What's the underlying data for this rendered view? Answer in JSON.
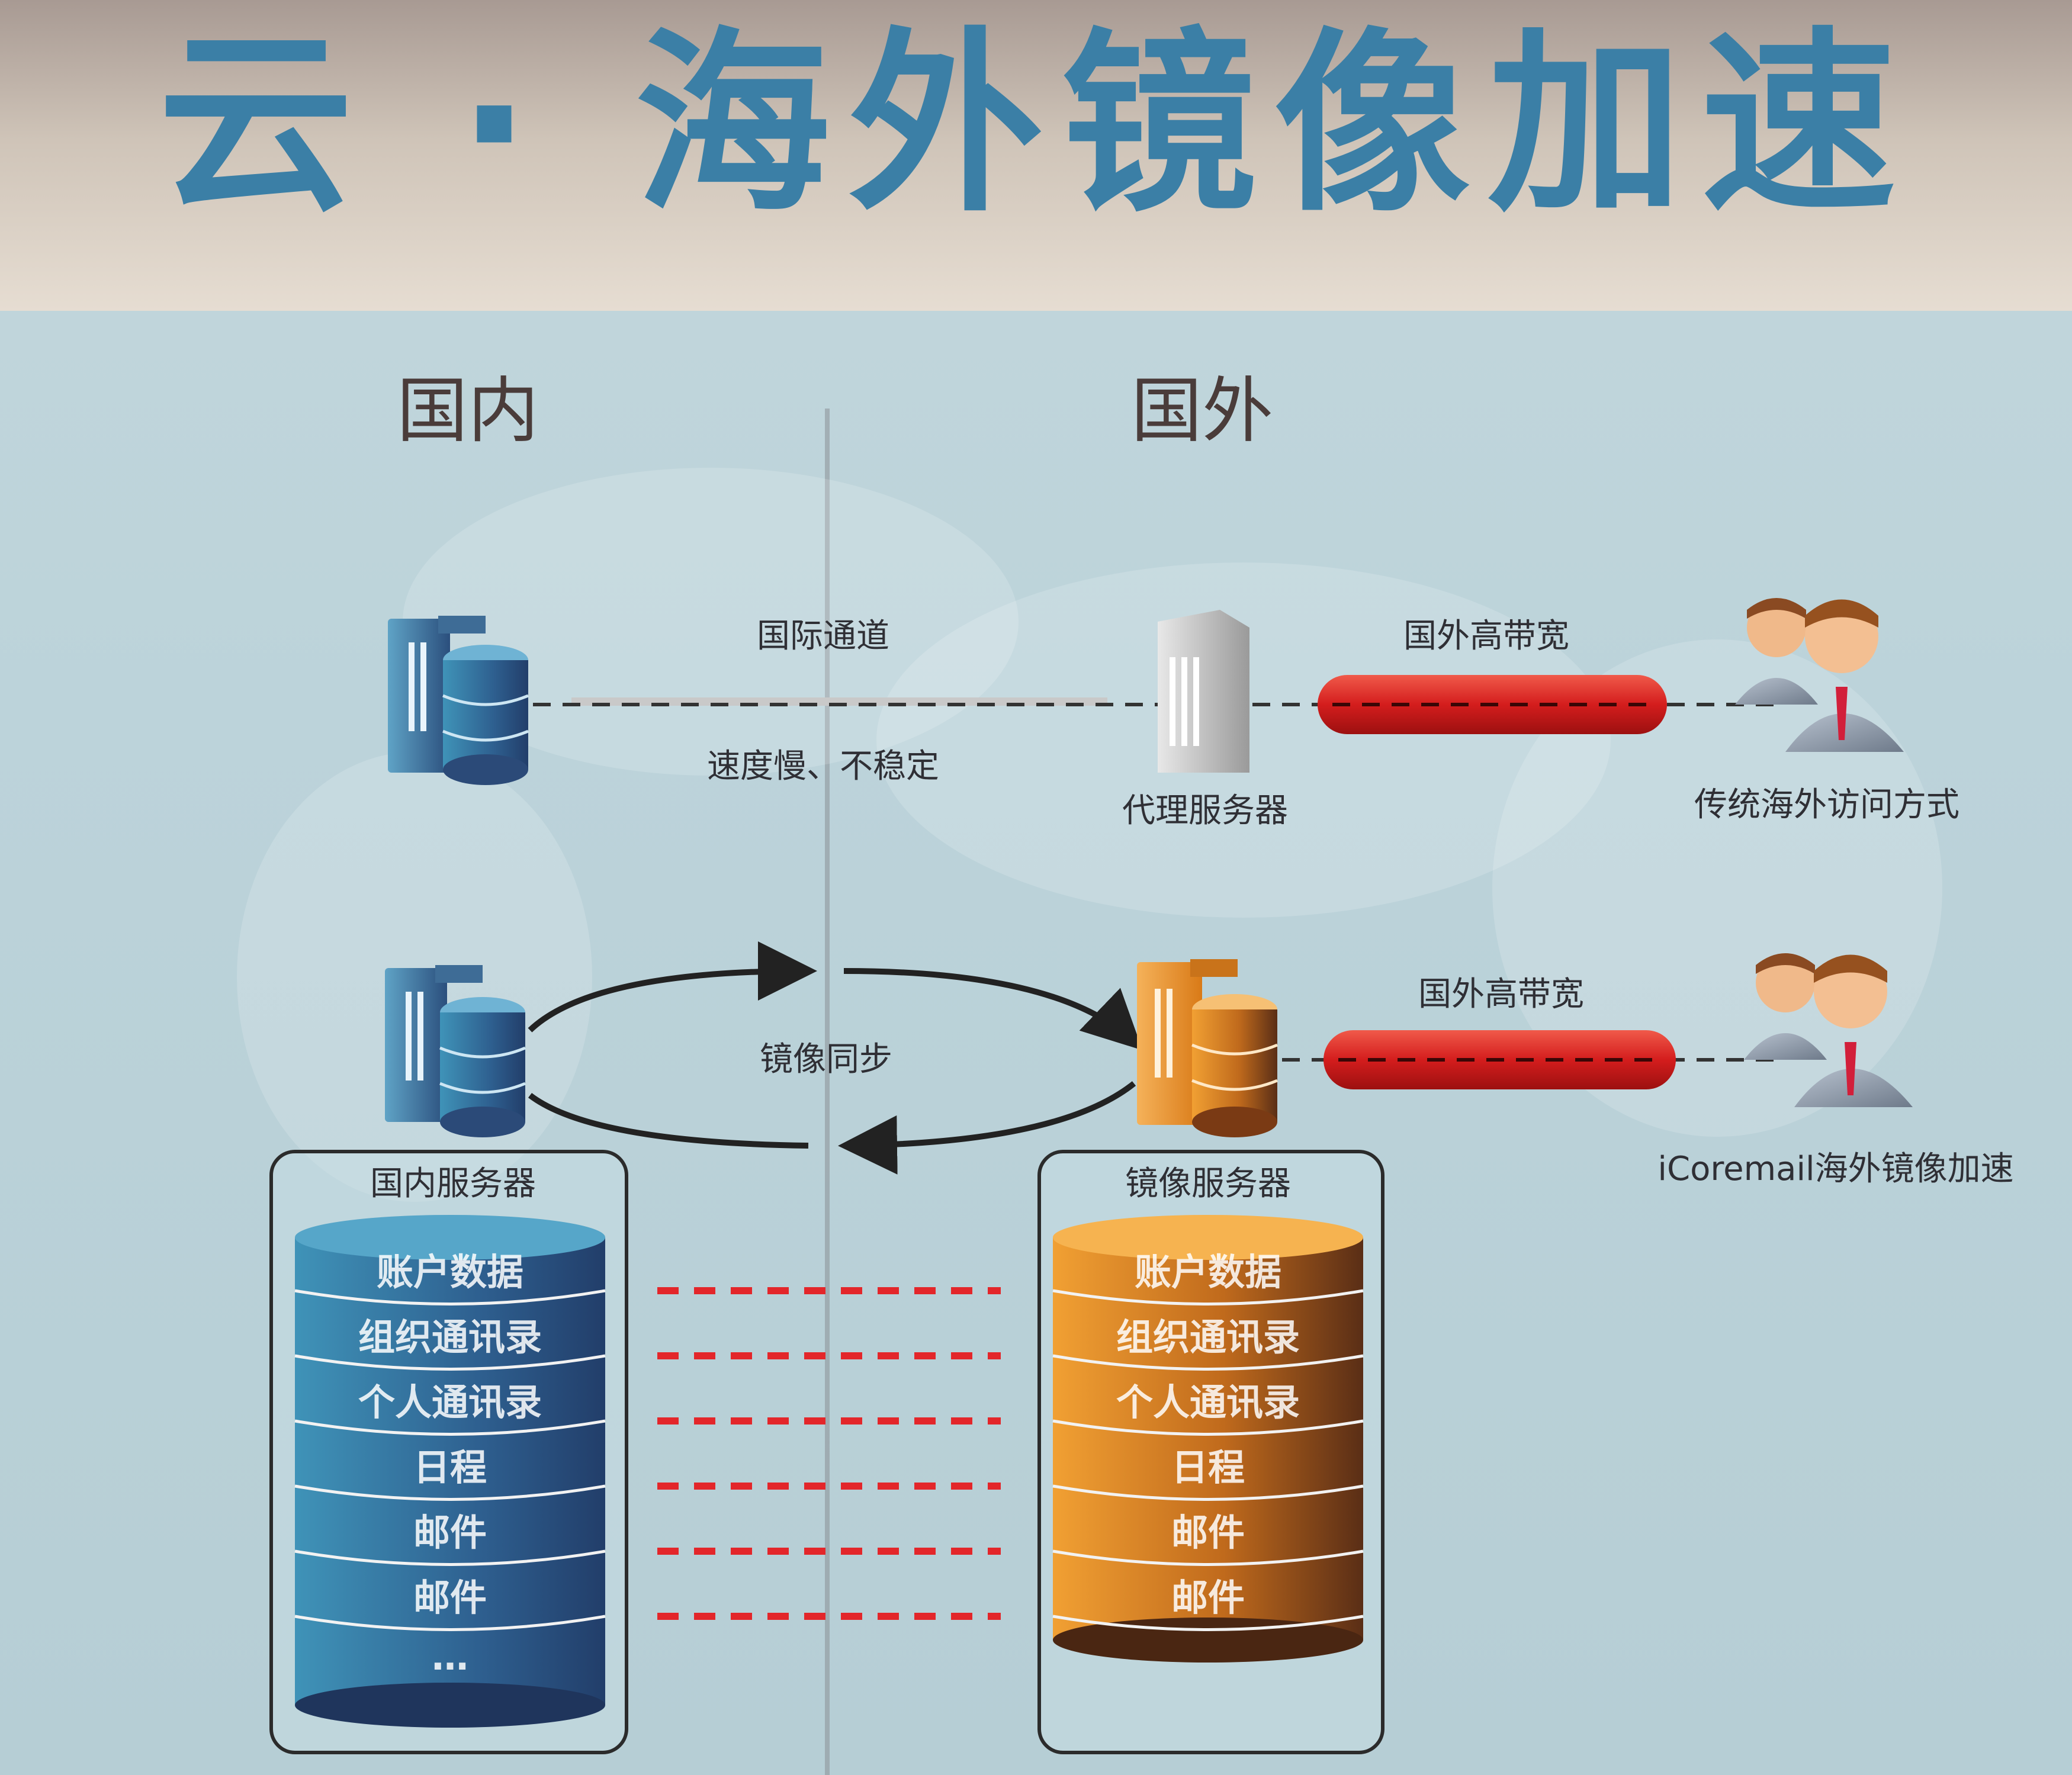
{
  "title": "云 · 海外镜像加速",
  "regions": {
    "domestic": "国内",
    "overseas": "国外"
  },
  "traditional": {
    "channel_label": "国际通道",
    "channel_note": "速度慢、不稳定",
    "proxy_label": "代理服务器",
    "bandwidth_label": "国外高带宽",
    "caption": "传统海外访问方式"
  },
  "accelerated": {
    "sync_label": "镜像同步",
    "bandwidth_label": "国外高带宽",
    "caption": "iCoremail海外镜像加速"
  },
  "domestic_db": {
    "label": "国内服务器",
    "layers": [
      "账户数据",
      "组织通讯录",
      "个人通讯录",
      "日程",
      "邮件",
      "邮件"
    ],
    "more": "…"
  },
  "mirror_db": {
    "label": "镜像服务器",
    "layers": [
      "账户数据",
      "组织通讯录",
      "个人通讯录",
      "日程",
      "邮件",
      "邮件"
    ]
  },
  "colors": {
    "title_blue": "#3b7fa6",
    "domestic_blue": "#2c6e98",
    "mirror_orange": "#e8921f",
    "bandwidth_red": "#d21f1f",
    "proxy_gray": "#b9b9b9"
  },
  "icons": [
    "server-database-icon",
    "proxy-server-icon",
    "users-icon",
    "sync-arrow-icon"
  ]
}
